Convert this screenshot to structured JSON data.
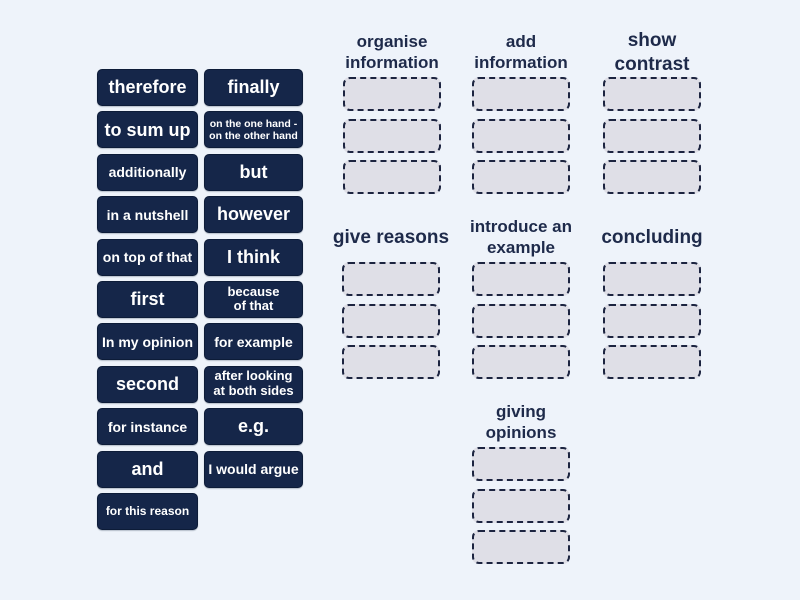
{
  "colors": {
    "page_background": "#eef3fa",
    "tile_background": "#152649",
    "tile_text": "#ffffff",
    "slot_fill": "#dfdfe7",
    "slot_border": "#1c2440",
    "header_text": "#1e2a4a"
  },
  "tiles": [
    "therefore",
    "finally",
    "to sum up",
    "on the one hand -\non the other hand",
    "additionally",
    "but",
    "in a nutshell",
    "however",
    "on top of that",
    "I think",
    "first",
    "because\nof that",
    "In my opinion",
    "for example",
    "second",
    "after looking\nat both sides",
    "for instance",
    "e.g.",
    "and",
    "I would argue",
    "for this reason"
  ],
  "groups": [
    {
      "label": "organise information",
      "slot_count": 3
    },
    {
      "label": "add information",
      "slot_count": 3
    },
    {
      "label": "show contrast",
      "slot_count": 3
    },
    {
      "label": "give reasons",
      "slot_count": 3
    },
    {
      "label": "introduce an example",
      "slot_count": 3
    },
    {
      "label": "concluding",
      "slot_count": 3
    },
    {
      "label": "giving opinions",
      "slot_count": 3
    }
  ]
}
